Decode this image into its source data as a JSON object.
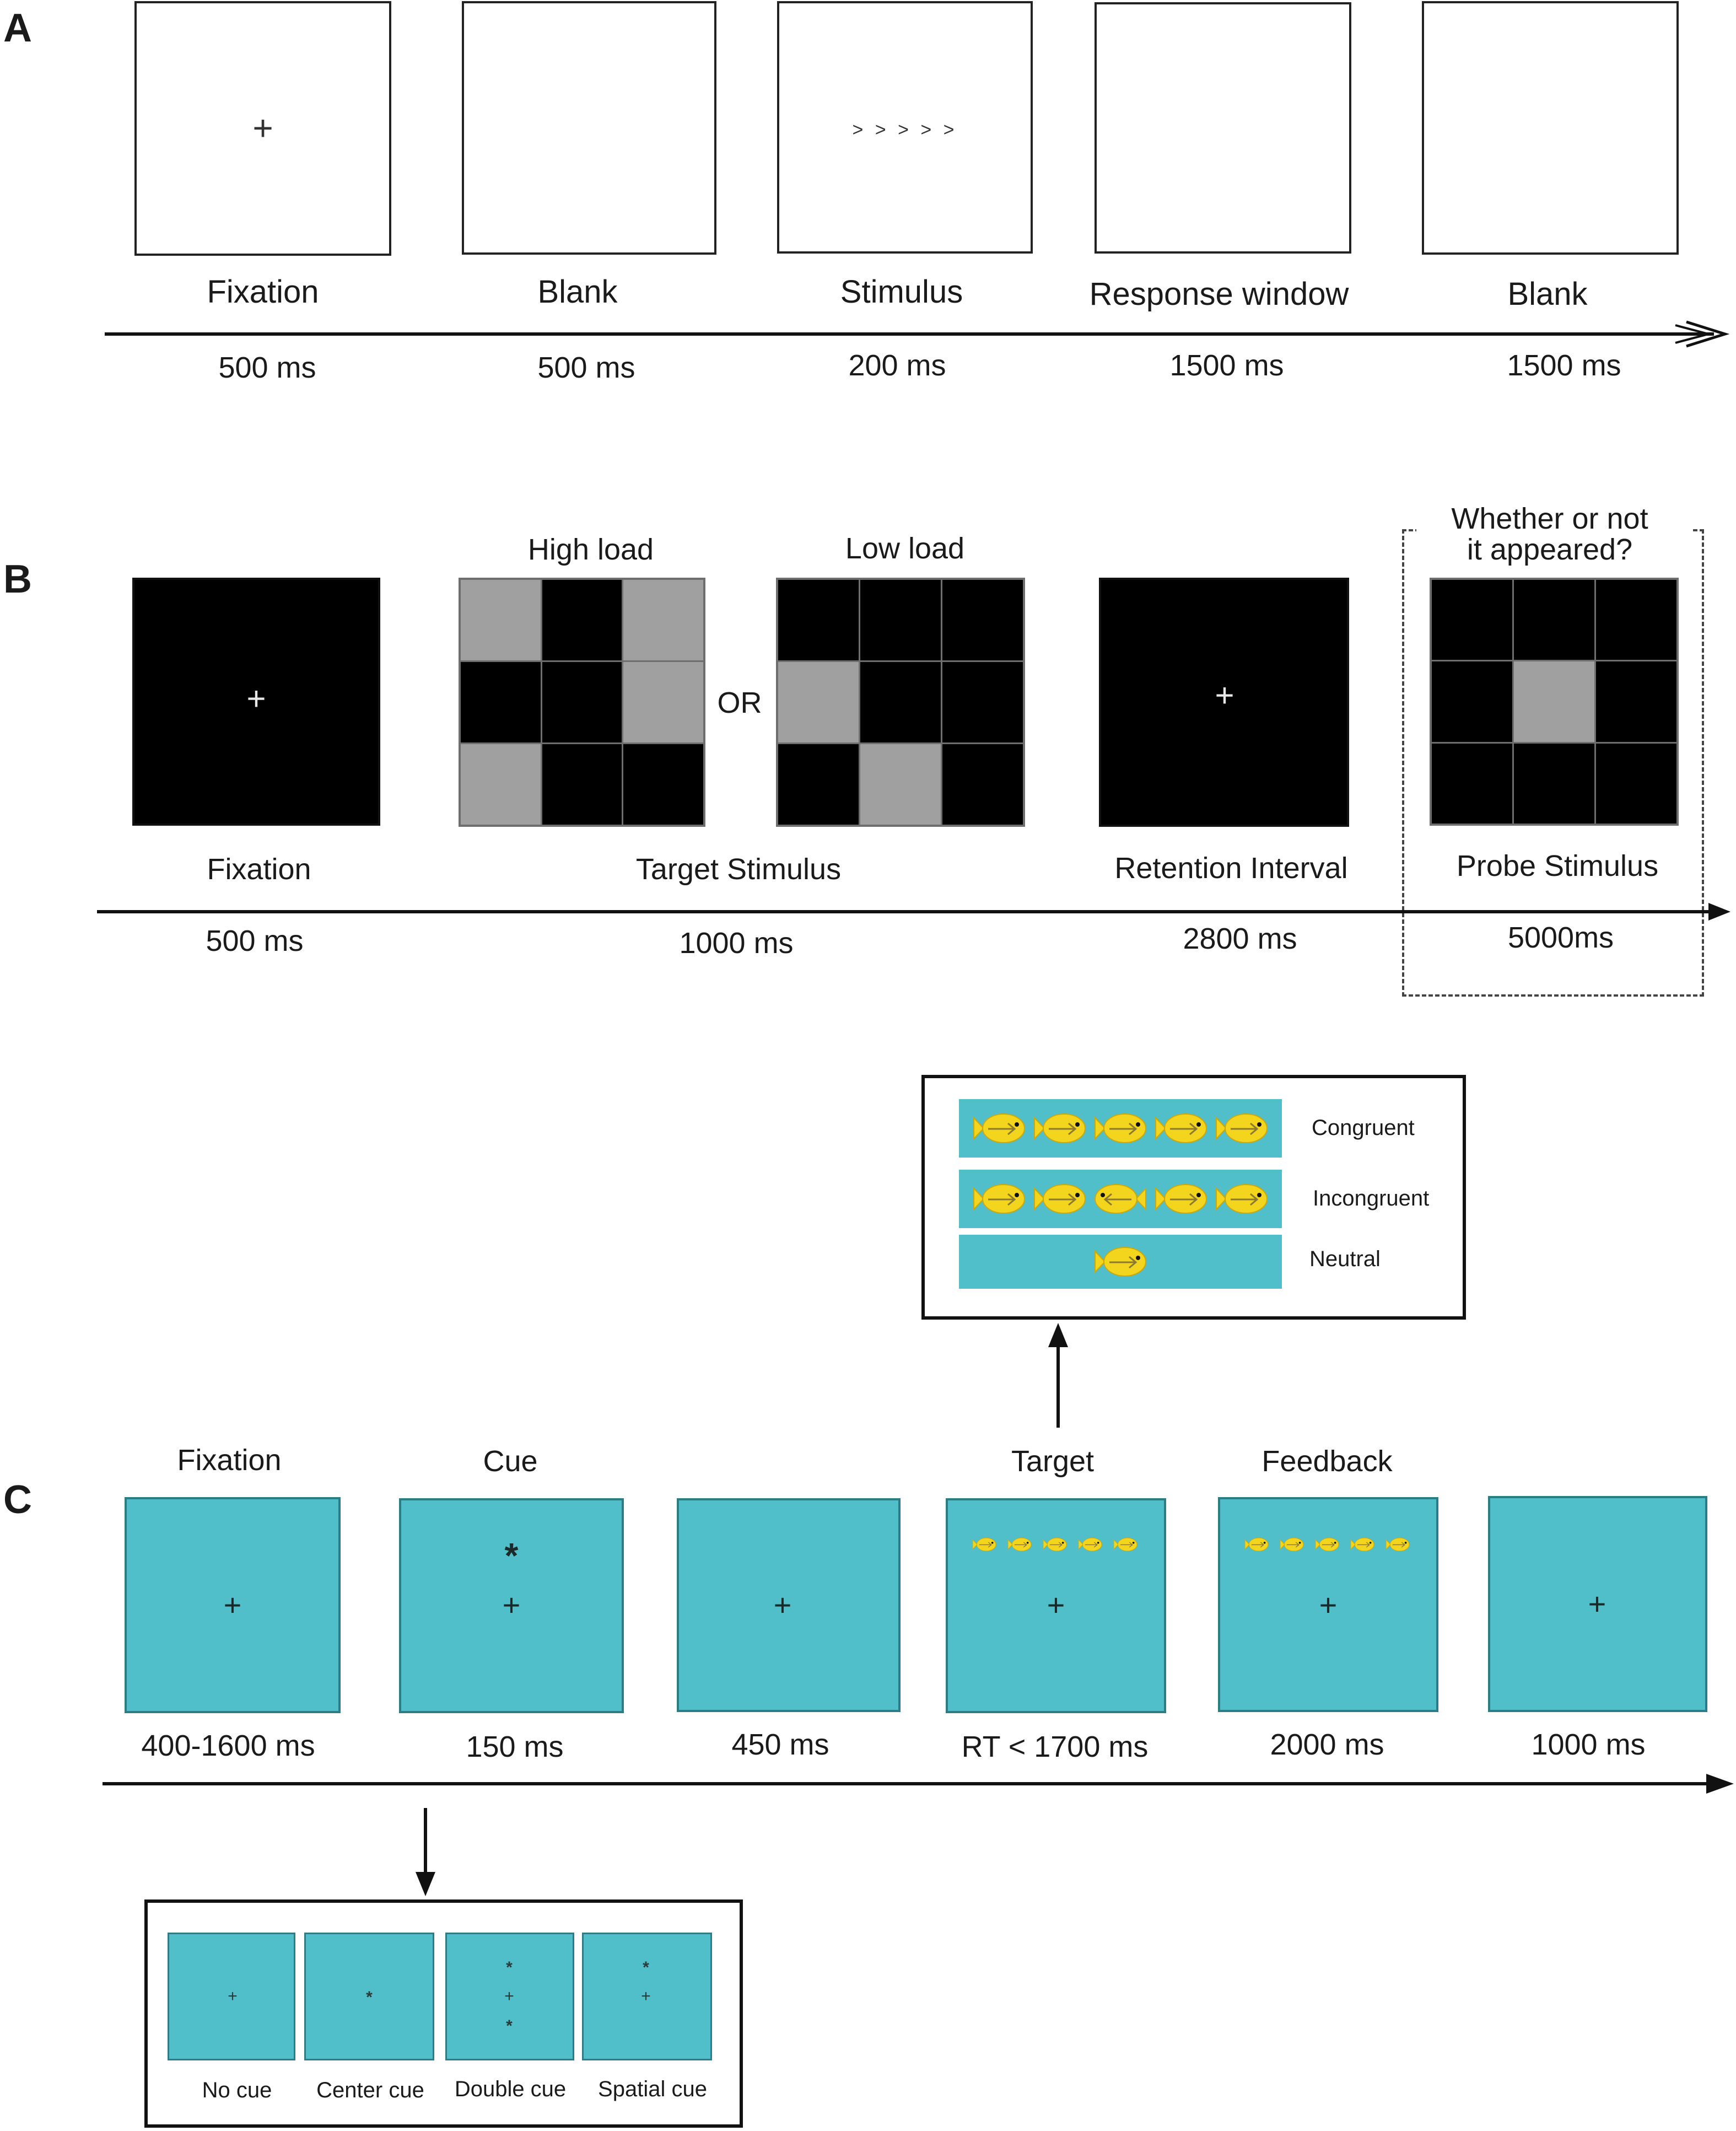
{
  "panel_a": {
    "letter": "A",
    "frames": [
      {
        "label": "Fixation",
        "duration": "500 ms",
        "content": "+"
      },
      {
        "label": "Blank",
        "duration": "500 ms",
        "content": ""
      },
      {
        "label": "Stimulus",
        "duration": "200 ms",
        "content": "> > > > >"
      },
      {
        "label": "Response window",
        "duration": "1500 ms",
        "content": ""
      },
      {
        "label": "Blank",
        "duration": "1500 ms",
        "content": ""
      }
    ]
  },
  "panel_b": {
    "letter": "B",
    "fixation_label": "Fixation",
    "fixation_duration": "500 ms",
    "high_load": "High load",
    "low_load": "Low load",
    "or": "OR",
    "target_label": "Target Stimulus",
    "target_duration": "1000 ms",
    "retention_label": "Retention Interval",
    "retention_duration": "2800 ms",
    "probe_question_1": "Whether or not",
    "probe_question_2": "it appeared?",
    "probe_label": "Probe Stimulus",
    "probe_duration": "5000ms",
    "cross": "+",
    "high_load_cells": [
      1,
      0,
      1,
      0,
      0,
      1,
      1,
      0,
      0
    ],
    "low_load_cells": [
      0,
      0,
      0,
      1,
      0,
      0,
      0,
      1,
      0
    ],
    "probe_cells": [
      0,
      0,
      0,
      0,
      1,
      0,
      0,
      0,
      0
    ]
  },
  "panel_c": {
    "letter": "C",
    "frames": [
      {
        "label": "Fixation",
        "duration": "400-1600 ms"
      },
      {
        "label": "Cue",
        "duration": "150 ms"
      },
      {
        "label": "",
        "duration": "450 ms"
      },
      {
        "label": "Target",
        "duration": "RT < 1700 ms"
      },
      {
        "label": "Feedback",
        "duration": "2000 ms"
      },
      {
        "label": "",
        "duration": "1000 ms"
      }
    ],
    "cross": "+",
    "asterisk": "*",
    "flanker_types": [
      "Congruent",
      "Incongruent",
      "Neutral"
    ],
    "cue_types": [
      "No cue",
      "Center cue",
      "Double cue",
      "Spatial cue"
    ]
  },
  "colors": {
    "teal": "#51bfca",
    "fish": "#f2d51c",
    "gray_cell": "#a0a0a0"
  }
}
